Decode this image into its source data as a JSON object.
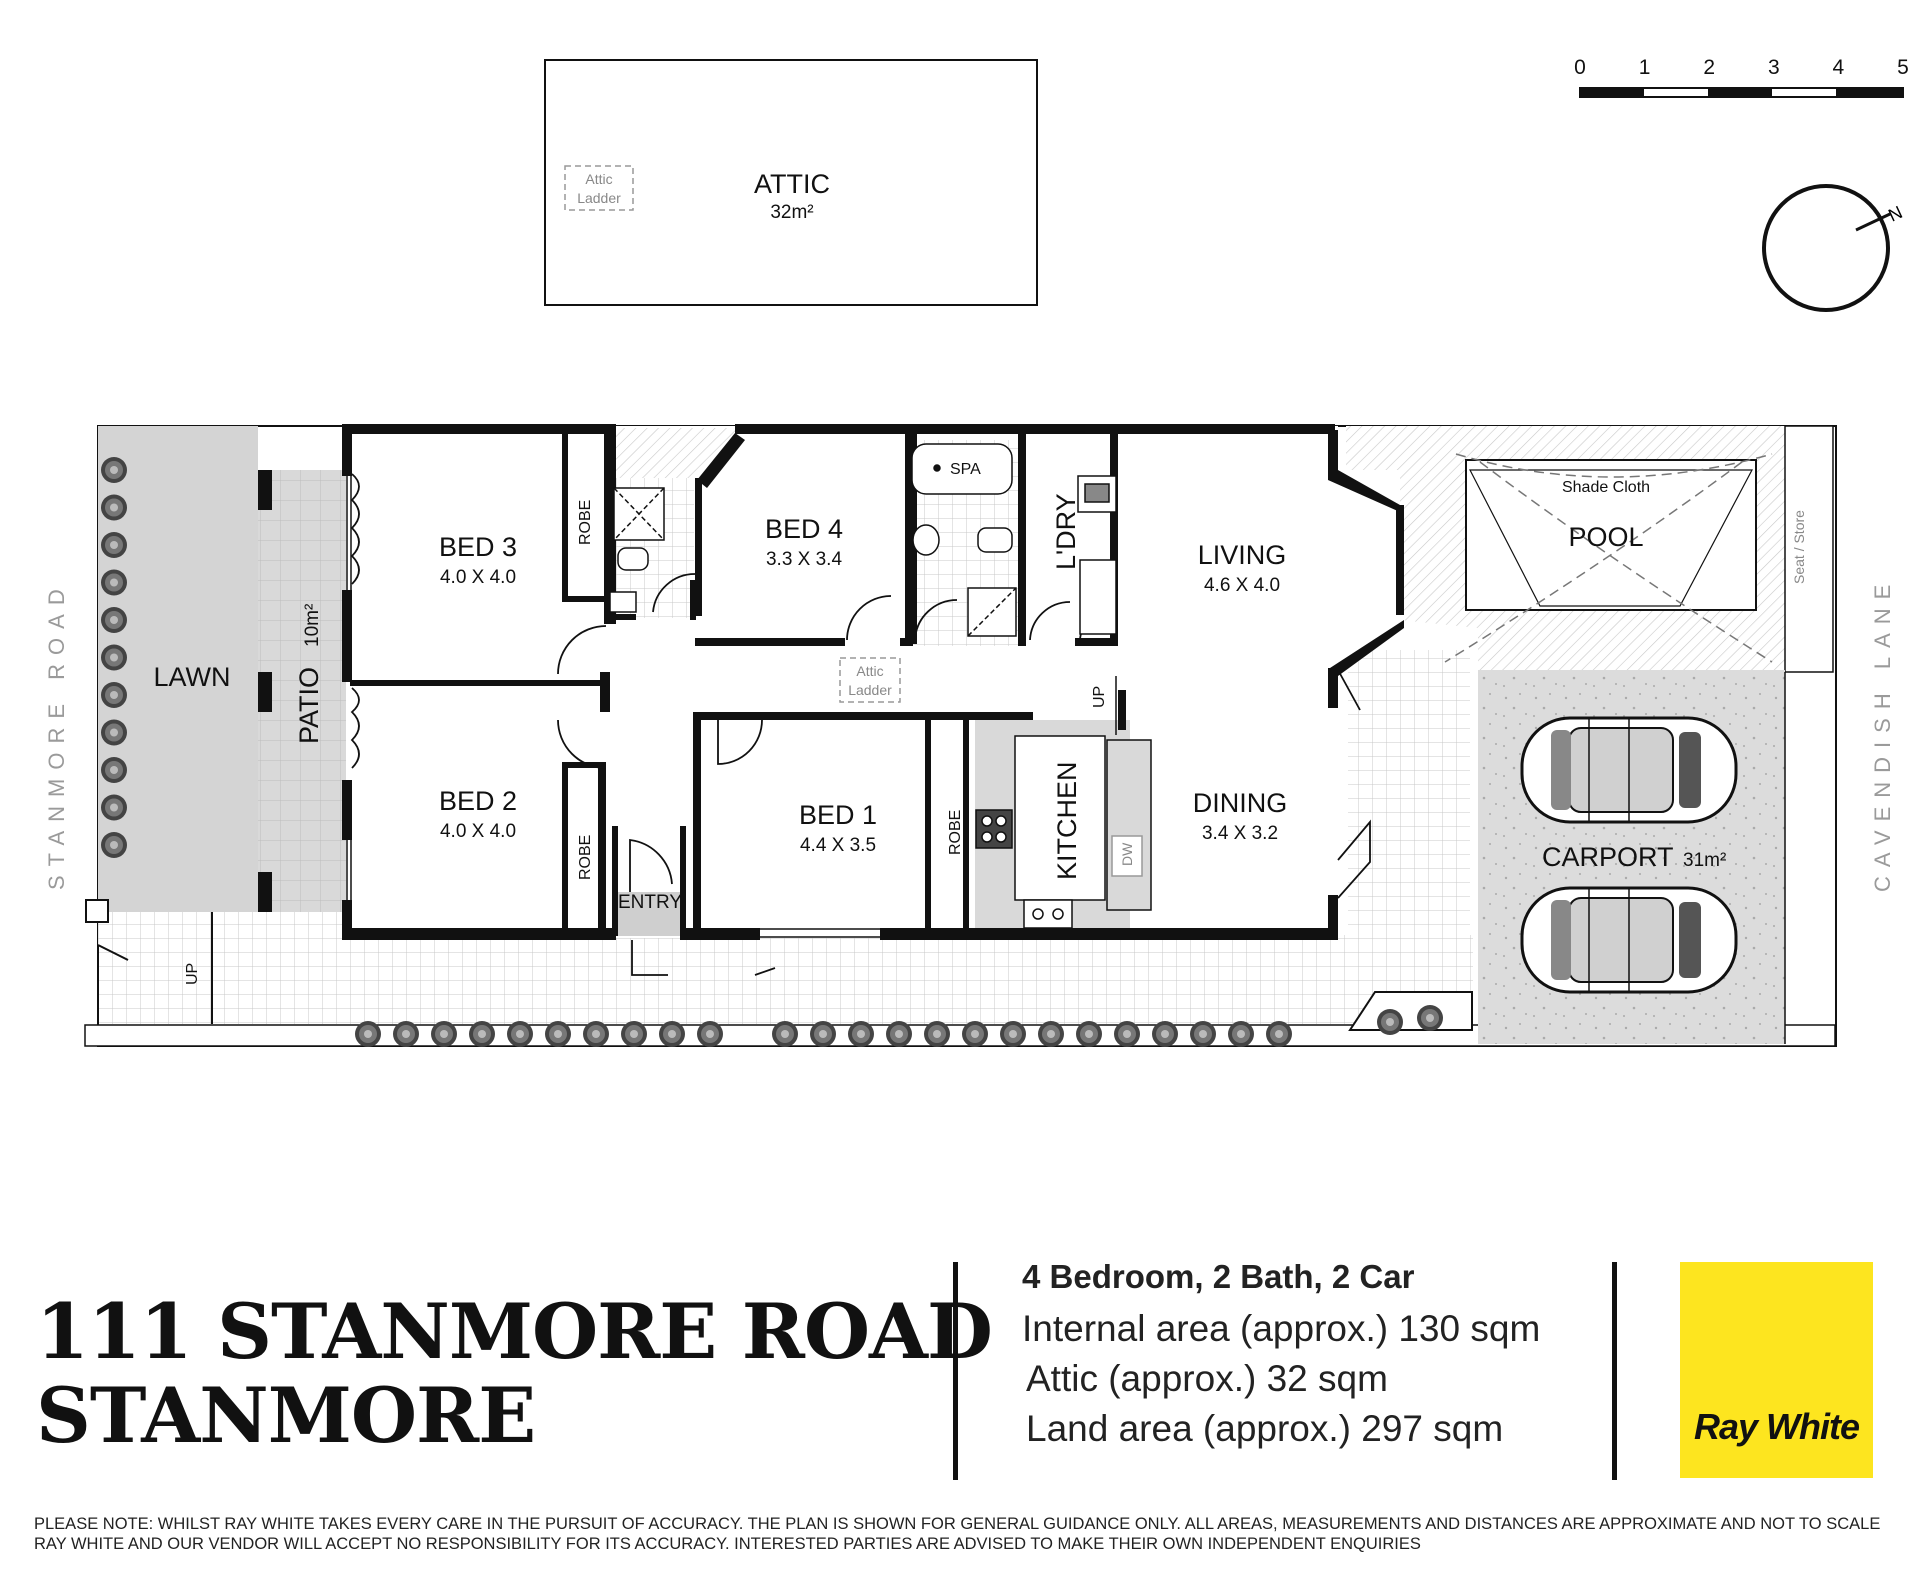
{
  "attic": {
    "title": "ATTIC",
    "area": "32m²",
    "ladder_line1": "Attic",
    "ladder_line2": "Ladder"
  },
  "scale_bar": {
    "ticks": [
      "0",
      "1",
      "2",
      "3",
      "4",
      "5"
    ]
  },
  "compass": {
    "label": "N"
  },
  "streets": {
    "left": "STANMORE ROAD",
    "right": "CAVENDISH LANE"
  },
  "rooms": {
    "bed3": {
      "name": "BED 3",
      "dims": "4.0 X 4.0"
    },
    "bed2": {
      "name": "BED 2",
      "dims": "4.0 X 4.0"
    },
    "bed4": {
      "name": "BED 4",
      "dims": "3.3 X 3.4"
    },
    "bed1": {
      "name": "BED 1",
      "dims": "4.4 X 3.5"
    },
    "living": {
      "name": "LIVING",
      "dims": "4.6 X 4.0"
    },
    "dining": {
      "name": "DINING",
      "dims": "3.4 X 3.2"
    },
    "kitchen": "KITCHEN",
    "laundry": "L'DRY",
    "entry": "ENTRY",
    "robe": "ROBE",
    "spa": "SPA",
    "attic_ladder_line1": "Attic",
    "attic_ladder_line2": "Ladder",
    "up": "UP",
    "dw": "DW"
  },
  "outdoor": {
    "lawn": "LAWN",
    "patio": "PATIO",
    "patio_area": "10m²",
    "pool": "POOL",
    "shade_cloth": "Shade Cloth",
    "seat_store": "Seat / Store",
    "carport": "CARPORT",
    "carport_area": "31m²"
  },
  "address": {
    "line1": "111 STANMORE ROAD",
    "line2": "STANMORE"
  },
  "summary": {
    "headline": "4 Bedroom, 2 Bath, 2 Car",
    "internal": "Internal area (approx.) 130 sqm",
    "attic": "Attic (approx.) 32 sqm",
    "land": "Land area (approx.) 297 sqm"
  },
  "brand": {
    "name": "Ray White",
    "color": "#fde51f"
  },
  "disclaimer": {
    "line1": "PLEASE NOTE: WHILST RAY WHITE TAKES EVERY CARE IN THE PURSUIT OF ACCURACY. THE PLAN IS SHOWN FOR GENERAL GUIDANCE ONLY. ALL AREAS, MEASUREMENTS AND DISTANCES ARE APPROXIMATE AND NOT TO SCALE",
    "line2": "RAY WHITE AND OUR VENDOR WILL ACCEPT NO RESPONSIBILITY FOR ITS ACCURACY. INTERESTED PARTIES ARE ADVISED TO MAKE THEIR OWN INDEPENDENT ENQUIRIES"
  }
}
